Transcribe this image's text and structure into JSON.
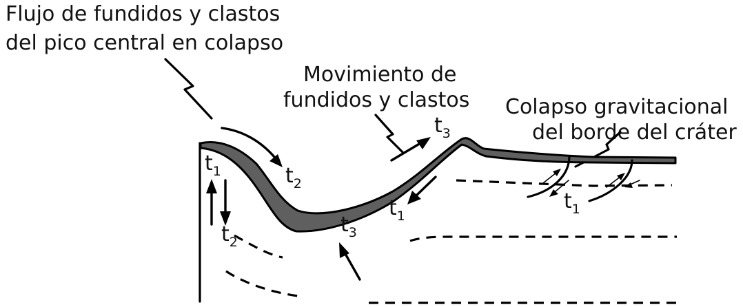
{
  "labels": {
    "central_peak_flow_line1": "Flujo de fundidos y clastos",
    "central_peak_flow_line2": "del pico central en colapso",
    "movement_line1": "Movimiento de",
    "movement_line2": "fundidos y clastos",
    "rim_collapse_line1": "Colapso gravitacional",
    "rim_collapse_line2": "del borde del cráter"
  },
  "time_labels": {
    "base": "t",
    "t1_sub": "1",
    "t2_sub": "2",
    "t3_sub": "3"
  },
  "colors": {
    "melt_fill": "#5f5f5f",
    "line": "#000000"
  }
}
